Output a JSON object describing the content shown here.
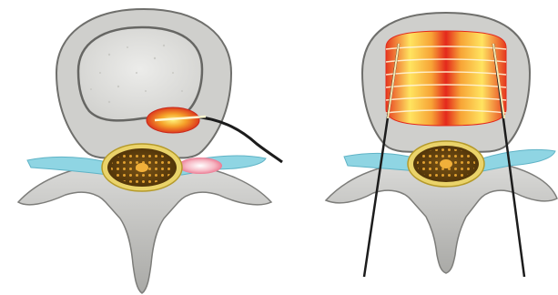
{
  "figure": {
    "panels": [
      {
        "id": "left",
        "subject": "vertebra-axial-view-with-single-heating-probe"
      },
      {
        "id": "right",
        "subject": "vertebra-axial-view-with-bipolar-heating-probes"
      }
    ],
    "colors": {
      "bone": "#d8d8d6",
      "bone_shadow": "#8c8c8a",
      "disc_core": "#e6e6e2",
      "nerve": "#8fd5e3",
      "cord": "#6b4a12",
      "cord_dots": "#e0a030",
      "heat_hot": "#e22a1a",
      "heat_warm": "#ffe04a",
      "probe": "#1c1c1c"
    }
  }
}
